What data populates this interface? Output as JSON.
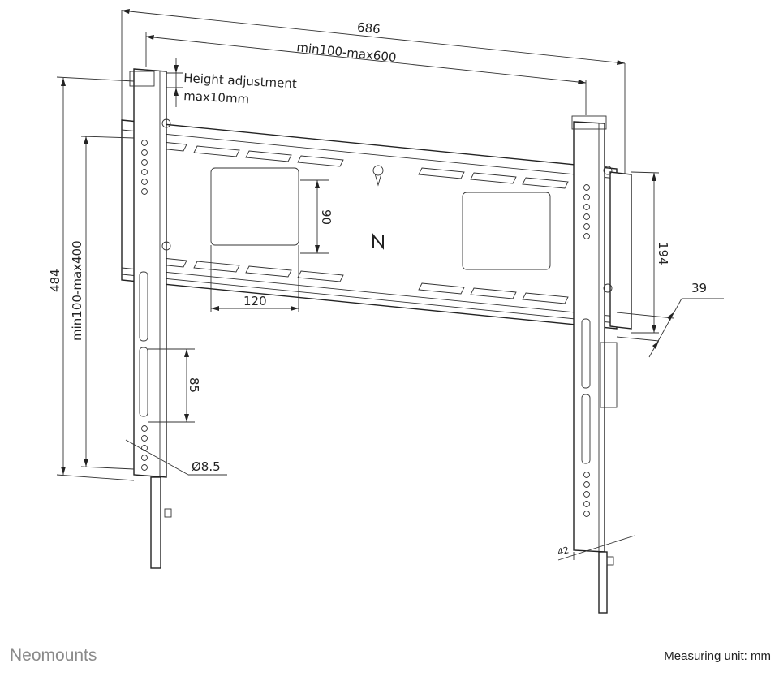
{
  "dimensions": {
    "overall_width": "686",
    "hole_width_range": "min100-max600",
    "height_adjustment_line1": "Height adjustment",
    "height_adjustment_line2": "max10mm",
    "overall_height": "484",
    "hole_height_range": "min100-max400",
    "slot_height": "90",
    "slot_spacing": "120",
    "bracket_slot": "85",
    "hole_diameter": "Ø8.5",
    "wall_plate_height": "194",
    "depth": "39",
    "upright_width": "42"
  },
  "footer": {
    "brand": "Neomounts",
    "measuring_unit": "Measuring unit: mm"
  },
  "colors": {
    "line": "#222222",
    "brand_gray": "#8a8a8a"
  }
}
